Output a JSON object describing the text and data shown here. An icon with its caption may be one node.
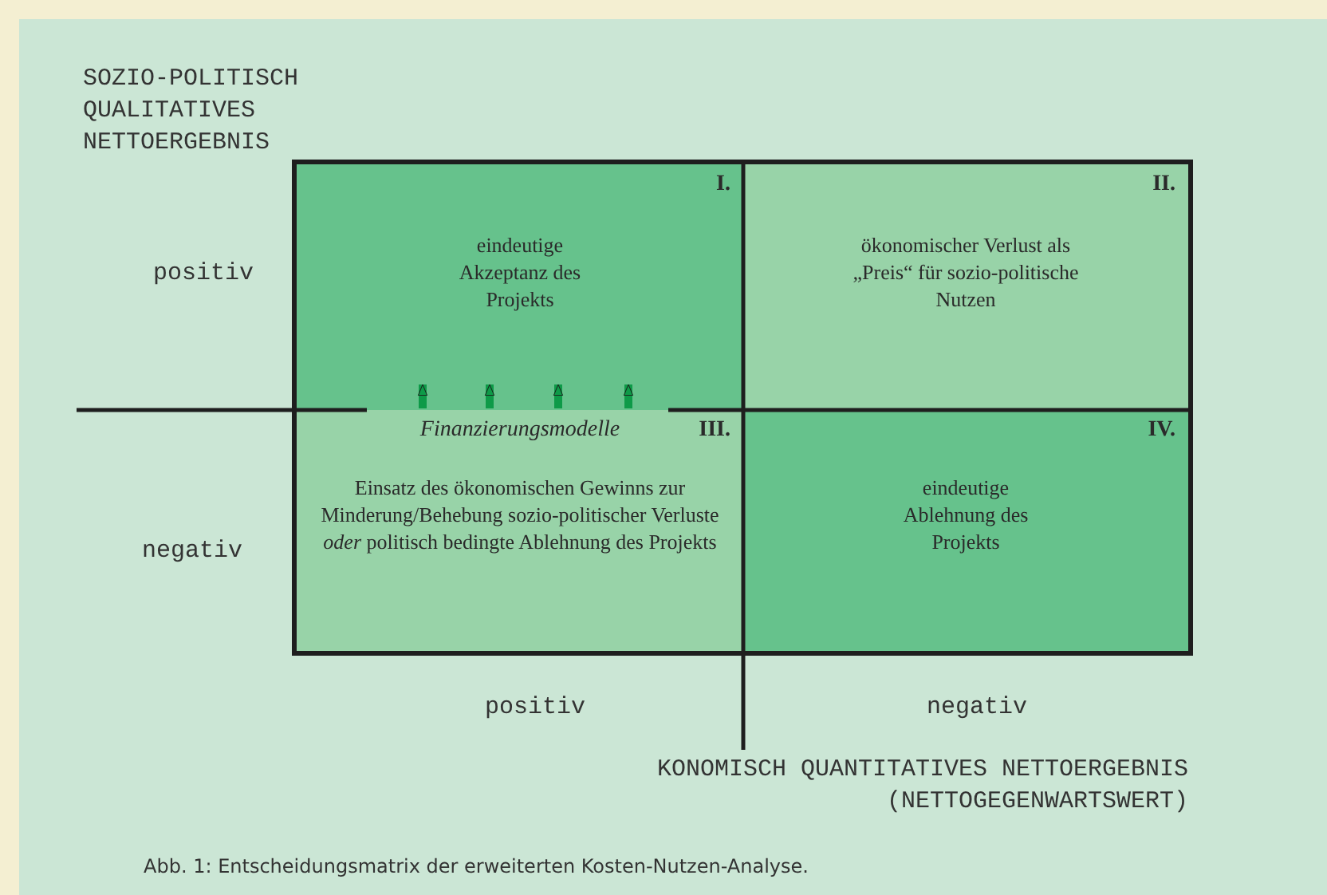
{
  "diagram": {
    "caption": "Abb. 1: Entscheidungsmatrix der erweiterten Kosten-Nutzen-Analyse.",
    "nodes": [
      {
        "text": [
          "I.",
          "eindeutige Akzeptanz des Projekts"
        ]
      },
      {
        "text": [
          "II.",
          "ökonomischer Verlust als „Preis“ für sozio-politische Nutzen"
        ]
      },
      {
        "text": [
          "Finanzierungsmodelle",
          "III.",
          "Einsatz des ökonomischen Gewinns zur Minderung/Behebung sozio-politischer Verluste *oder* politisch bedingte Ablehnung des Projekts"
        ]
      },
      {
        "text": [
          "IV.",
          "eindeutige Ablehnung des Projekts"
        ]
      }
    ],
    "edges": [
      {
        "from": 2,
        "to": 0,
        "arrow": "to",
        "color": "#0e9a48"
      },
      {
        "from": 2,
        "to": 0,
        "arrow": "to",
        "color": "#0e9a48"
      },
      {
        "from": 2,
        "to": 0,
        "arrow": "to",
        "color": "#0e9a48"
      },
      {
        "from": 2,
        "to": 0,
        "arrow": "to",
        "color": "#0e9a48"
      }
    ],
    "labels": [
      "SOZIO-POLITISCH QUALITATIVES NETTOERGEBNIS",
      "positiv",
      "negativ",
      "positiv",
      "negativ",
      "KONOMISCH QUANTITATIVES NETTOERGEBNIS (NETTOGEGENWARTSWERT)"
    ]
  }
}
